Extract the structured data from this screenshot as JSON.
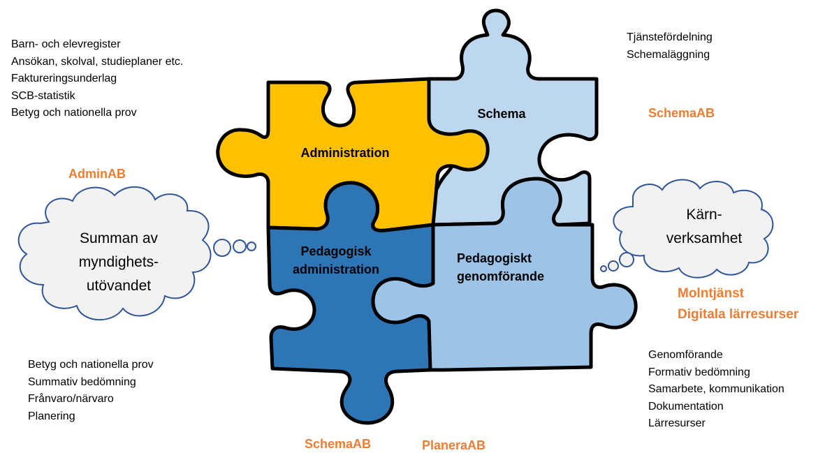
{
  "pieces": {
    "administration": {
      "label": "Administration",
      "color": "#FFC000"
    },
    "schema": {
      "label": "Schema",
      "color": "#BDD7EE"
    },
    "pedagogisk_administration": {
      "line1": "Pedagogisk",
      "line2": "administration",
      "color": "#2E75B6"
    },
    "pedagogiskt_genomforande": {
      "line1": "Pedagogiskt",
      "line2": "genomförande",
      "color": "#9DC3E6"
    }
  },
  "lists": {
    "top_left": [
      "Barn- och elevregister",
      "Ansökan, skolval, studieplaner etc.",
      "Faktureringsunderlag",
      "SCB-statistik",
      "Betyg och nationella prov"
    ],
    "top_right": [
      "Tjänstefördelning",
      "Schemaläggning"
    ],
    "bottom_left": [
      "Betyg och nationella prov",
      "Summativ bedömning",
      "Frånvaro/närvaro",
      "Planering"
    ],
    "bottom_right": [
      "Genomförande",
      "Formativ bedömning",
      "Samarbete, kommunikation",
      "Dokumentation",
      "Lärresurser"
    ]
  },
  "vendors": {
    "admin": "AdminAB",
    "schema_top": "SchemaAB",
    "schema_bottom": "SchemaAB",
    "planera": "PlaneraAB",
    "moln_line1": "Molntjänst",
    "moln_line2": "Digitala lärresurser"
  },
  "clouds": {
    "left": {
      "line1": "Summan av",
      "line2": "myndighets-",
      "line3": "utövandet"
    },
    "right": {
      "line1": "Kärn-",
      "line2": "verksamhet"
    }
  },
  "colors": {
    "accent": "#ED7D31",
    "outline": "#000000",
    "cloud_fill": "#F2F2F2",
    "cloud_stroke": "#2F5597"
  }
}
